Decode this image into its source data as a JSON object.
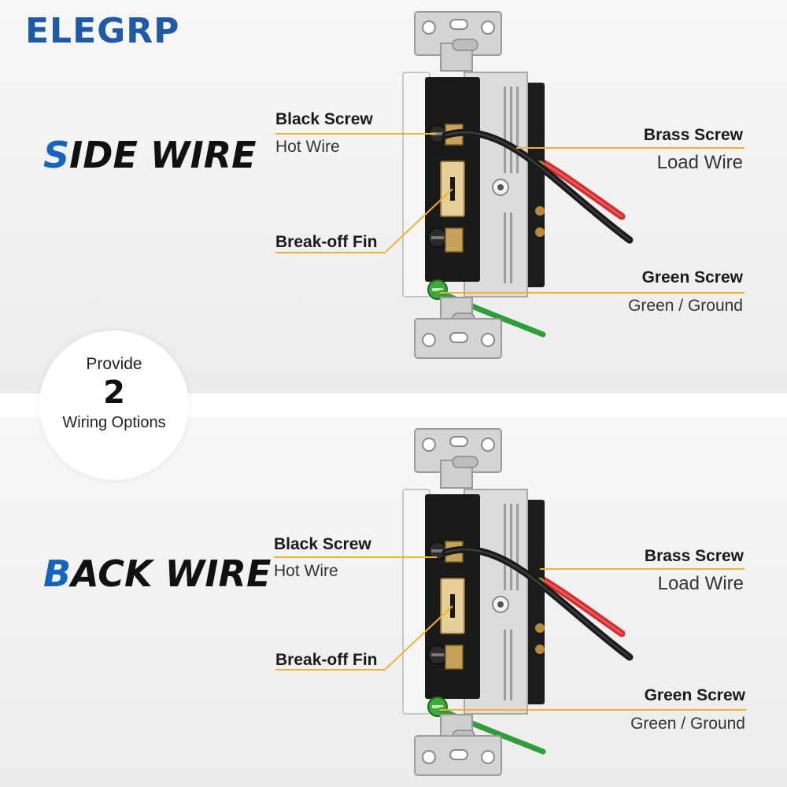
{
  "brand": "ELEGRP",
  "side": {
    "title_initial": "S",
    "title_rest": "IDE WIRE",
    "black_screw": "Black Screw",
    "hot_wire": "Hot Wire",
    "break_off_fin": "Break-off Fin",
    "brass_screw": "Brass Screw",
    "load_wire": "Load Wire",
    "green_screw": "Green Screw",
    "green_ground": "Green / Ground"
  },
  "back": {
    "title_initial": "B",
    "title_rest": "ACK WIRE",
    "black_screw": "Black Screw",
    "hot_wire": "Hot Wire",
    "break_off_fin": "Break-off Fin",
    "brass_screw": "Brass Screw",
    "load_wire": "Load Wire",
    "green_screw": "Green Screw",
    "green_ground": "Green / Ground"
  },
  "badge": {
    "line1": "Provide",
    "line2": "2",
    "line3": "Wiring Options"
  },
  "colors": {
    "brand": "#1f5aa6",
    "title_accent": "#1565c0",
    "callout_line": "#f0b233",
    "wire_hot": "#1b1b1b",
    "wire_load": "#d32f2f",
    "wire_ground": "#2e9e3a",
    "switch_body": "#1a1a1a",
    "mounting_strap": "#c8c8c8"
  }
}
